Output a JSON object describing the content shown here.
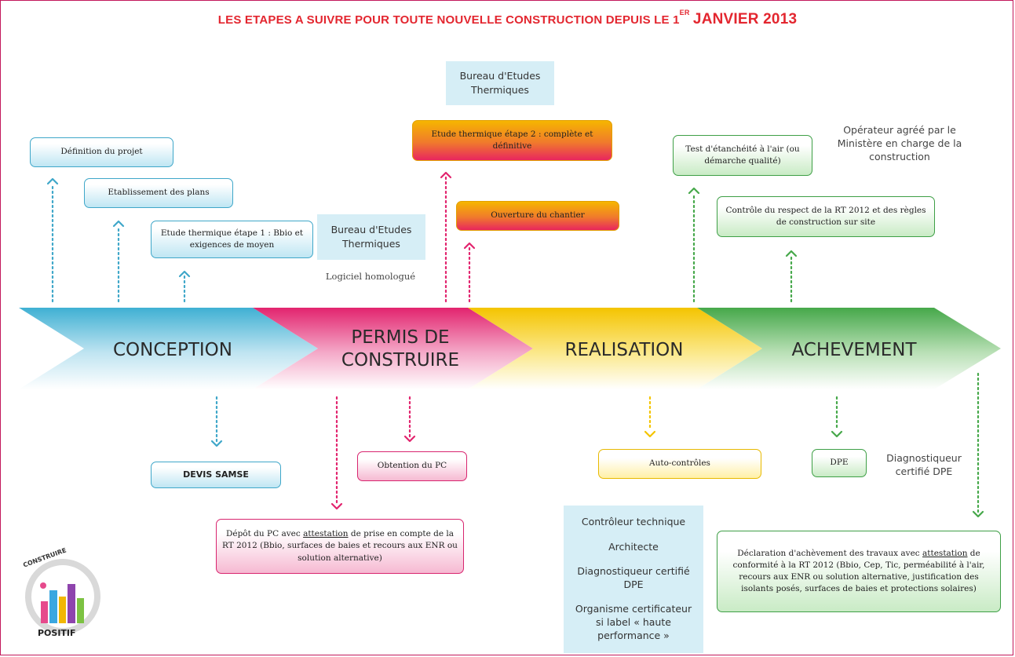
{
  "title": {
    "main": "LES ETAPES A SUIVRE POUR TOUTE NOUVELLE CONSTRUCTION DEPUIS LE 1",
    "sup": "ER",
    "end": "JANVIER 2013"
  },
  "phases": [
    {
      "label": "CONCEPTION",
      "color": "#3fb0d3"
    },
    {
      "label_line1": "PERMIS DE",
      "label_line2": "CONSTRUIRE",
      "color": "#e2246e"
    },
    {
      "label": "REALISATION",
      "color": "#f4c400"
    },
    {
      "label": "ACHEVEMENT",
      "color": "#46a84a"
    }
  ],
  "conception": {
    "definition": "Définition du projet",
    "plans": "Etablissement des plans",
    "etude1": "Etude thermique étape 1 : Bbio et exigences de moyen",
    "devis": "DEVIS SAMSE"
  },
  "permis": {
    "bet1": "Bureau d'Etudes Thermiques",
    "logiciel": "Logiciel homologué",
    "depot_pre": "Dépôt du PC avec ",
    "depot_underline": "attestation",
    "depot_post": " de prise en compte de la RT 2012 (Bbio, surfaces de baies et recours aux ENR ou solution alternative)",
    "obtention": "Obtention du PC"
  },
  "realisation": {
    "bet2": "Bureau d'Etudes Thermiques",
    "etude2": "Etude thermique étape 2 : complète et définitive",
    "ouverture": "Ouverture du chantier",
    "autocontroles": "Auto-contrôles",
    "panel": [
      "Contrôleur technique",
      "Architecte",
      "Diagnostiqueur certifié DPE",
      "Organisme certificateur si label « haute performance »"
    ]
  },
  "achevement": {
    "operateur": "Opérateur agréé par le Ministère en charge de la construction",
    "test": "Test d'étanchéité à l'air (ou démarche qualité)",
    "controle": "Contrôle du respect de la RT 2012 et des règles de construction sur site",
    "dpe": "DPE",
    "diag": "Diagnostiqueur certifié DPE",
    "declaration_pre": "Déclaration d'achèvement des travaux avec ",
    "declaration_underline": "attestation",
    "declaration_post": " de conformité à la RT 2012 (Bbio, Cep, Tic, perméabilité à l'air, recours aux ENR ou solution alternative, justification des isolants posés, surfaces de baies et protections solaires)"
  },
  "logo": {
    "top": "CONSTRUIRE",
    "bottom": "POSITIF"
  }
}
